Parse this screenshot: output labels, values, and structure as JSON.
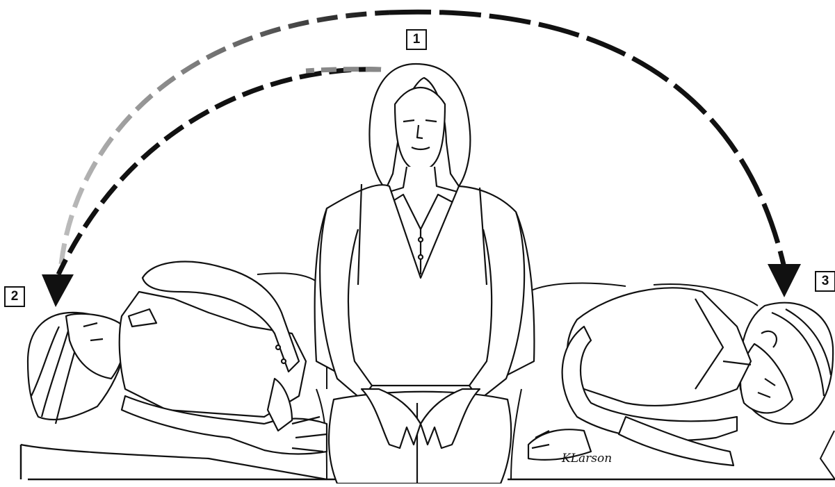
{
  "steps": [
    "1",
    "2",
    "3"
  ],
  "signature": "KLarson",
  "colors": {
    "ink": "#111111",
    "fade": "#bdbdbd",
    "paper": "#ffffff"
  }
}
